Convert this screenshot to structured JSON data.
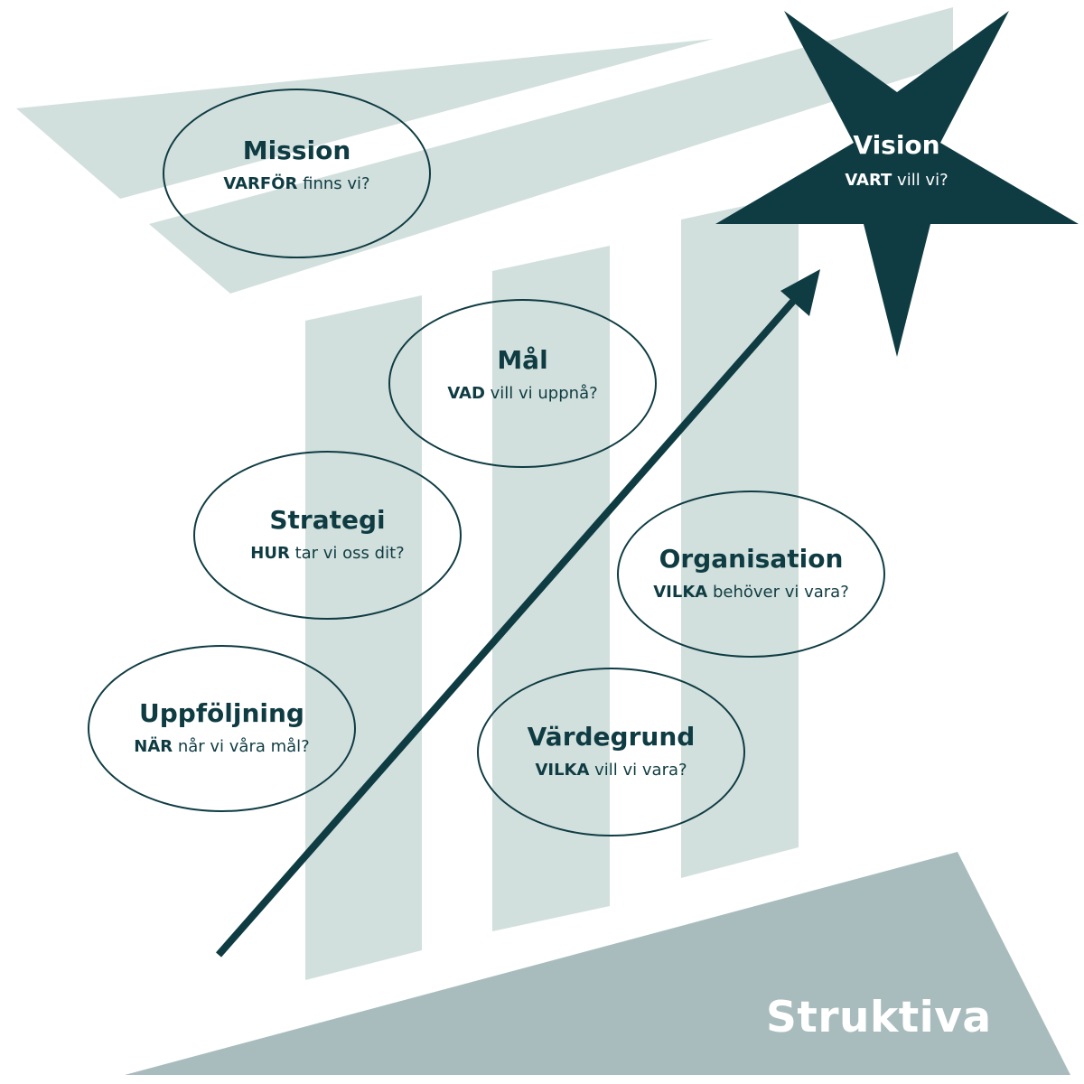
{
  "colors": {
    "pale_green": "#d2e0dd",
    "gray_green": "#a9bcbd",
    "dark_teal": "#0f3c43",
    "white": "#ffffff"
  },
  "vision": {
    "title": "Vision",
    "q_bold": "VART",
    "q_rest": " vill vi?"
  },
  "nodes": {
    "mission": {
      "title": "Mission",
      "q_bold": "VARFÖR",
      "q_rest": " finns vi?"
    },
    "mal": {
      "title": "Mål",
      "q_bold": "VAD",
      "q_rest": " vill vi uppnå?"
    },
    "strategi": {
      "title": "Strategi",
      "q_bold": "HUR",
      "q_rest": " tar vi oss dit?"
    },
    "organisation": {
      "title": "Organisation",
      "q_bold": "VILKA",
      "q_rest": " behöver vi vara?"
    },
    "uppfoljning": {
      "title": "Uppföljning",
      "q_bold": "NÄR",
      "q_rest": " når vi våra mål?"
    },
    "vardegrund": {
      "title": "Värdegrund",
      "q_bold": "VILKA",
      "q_rest": " vill vi vara?"
    }
  },
  "brand": {
    "name": "Struktiva"
  }
}
